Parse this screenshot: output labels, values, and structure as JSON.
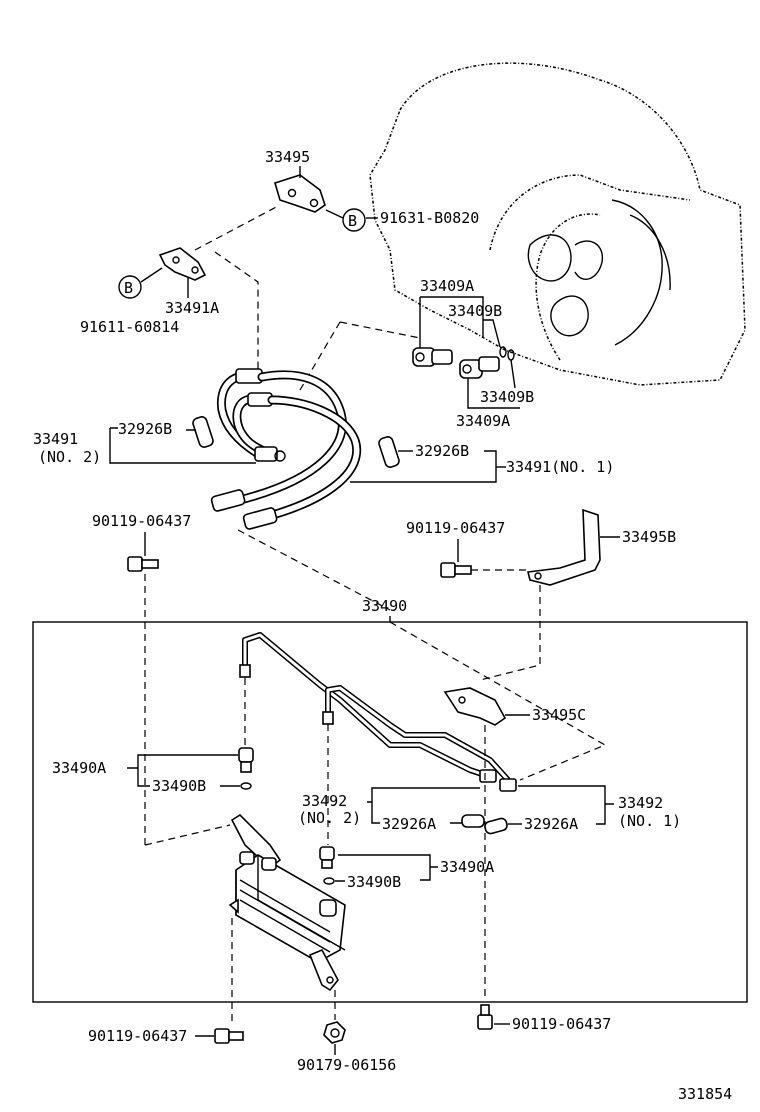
{
  "labels": {
    "p33495": "33495",
    "p91631": "91631-B0820",
    "circleB1": "B",
    "circleB2": "B",
    "p33491A": "33491A",
    "p91611": "91611-60814",
    "p33409A_top": "33409A",
    "p33409B_top": "33409B",
    "p33409B_bot": "33409B",
    "p33409A_bot": "33409A",
    "p33491_no2_num": "33491",
    "p33491_no2_sub": "(NO. 2)",
    "p32926B_left": "32926B",
    "p32926B_right": "32926B",
    "p33491_no1": "33491(NO. 1)",
    "p90119_a": "90119-06437",
    "p90119_b": "90119-06437",
    "p33495B": "33495B",
    "p33490": "33490",
    "p33490A_left": "33490A",
    "p33490B_left": "33490B",
    "p33495C": "33495C",
    "p33492_no2_num": "33492",
    "p33492_no2_sub": "(NO. 2)",
    "p32926A_left": "32926A",
    "p32926A_right": "32926A",
    "p33492_no1_num": "33492",
    "p33492_no1_sub": "(NO. 1)",
    "p33490A_mid": "33490A",
    "p33490B_mid": "33490B",
    "p90119_c": "90119-06437",
    "p90119_d": "90119-06437",
    "p90179": "90179-06156",
    "figure_number": "331854"
  }
}
